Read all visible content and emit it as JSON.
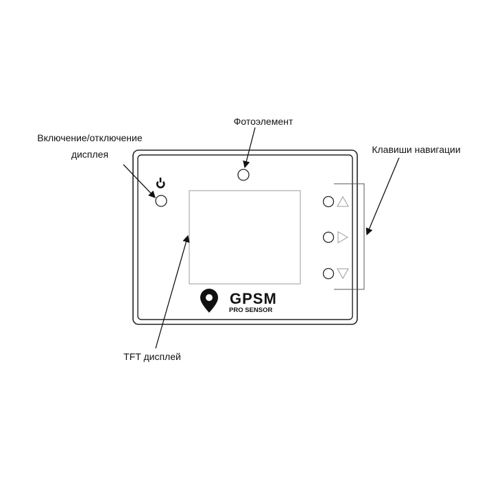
{
  "labels": {
    "power_line1": "Включение/отключение",
    "power_line2": "дисплея",
    "photo": "Фотоэлемент",
    "nav": "Клавиши навигации",
    "tft": "TFT дисплей"
  },
  "logo": {
    "brand": "GPSM",
    "sub": "PRO SENSOR"
  }
}
